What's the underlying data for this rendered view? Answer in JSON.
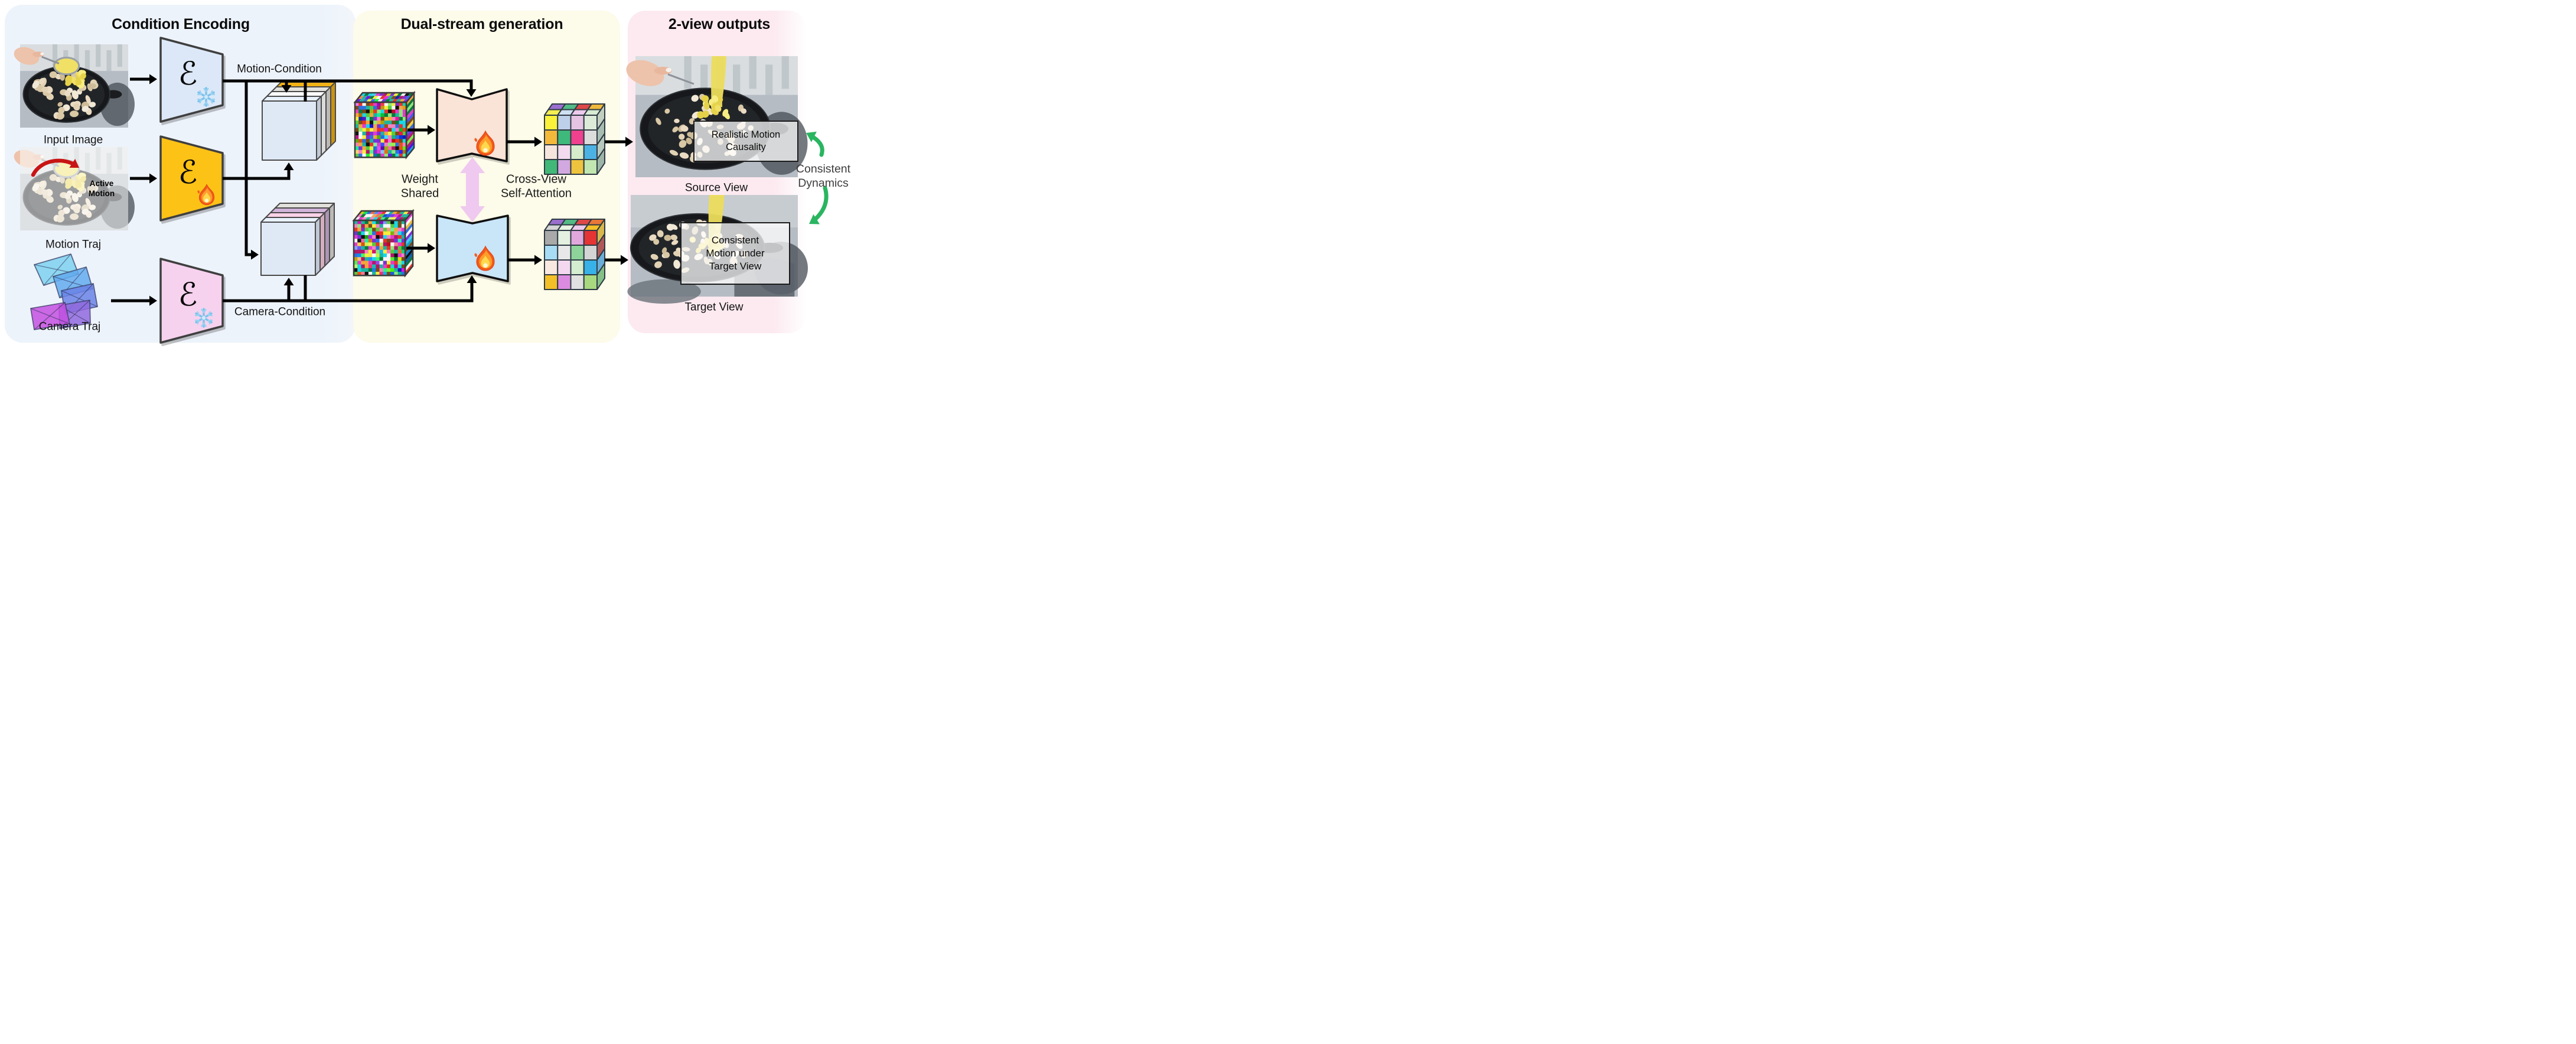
{
  "sections": [
    {
      "id": "condition",
      "title": "Condition Encoding",
      "bg": "#edf3fb"
    },
    {
      "id": "generation",
      "title": "Dual-stream generation",
      "bg": "#fdfbe9"
    },
    {
      "id": "outputs",
      "title": "2-view outputs",
      "bg": "#fceaf0"
    }
  ],
  "inputs": {
    "input_image": {
      "label": "Input Image"
    },
    "motion_traj": {
      "label": "Motion Traj",
      "annotation_l1": "Active",
      "annotation_l2": "Motion"
    },
    "camera_traj": {
      "label": "Camera Traj"
    }
  },
  "encoders": {
    "symbol": "ℰ",
    "image": {
      "fill": "#dce8f7",
      "state": "frozen",
      "icon": "snowflake-icon"
    },
    "motion": {
      "fill": "#fdc216",
      "state": "trainable",
      "icon": "fire-icon"
    },
    "camera": {
      "fill": "#f6d2ee",
      "state": "frozen",
      "icon": "snowflake-icon"
    }
  },
  "conditions": {
    "motion_label": "Motion-Condition",
    "camera_label": "Camera-Condition"
  },
  "generation": {
    "weight_shared_l1": "Weight",
    "weight_shared_l2": "Shared",
    "cross_view_l1": "Cross-View",
    "cross_view_l2": "Self-Attention",
    "unet_source_fill": "#fae3d7",
    "unet_target_fill": "#c9e5f8",
    "link_arrow_color": "#efc9ef",
    "unet_icon": "fire-icon"
  },
  "latents": {
    "motion_stack_layers": [
      "#e9ab15",
      "#d9d8d4",
      "#ffffff",
      "#dfe9f6"
    ],
    "camera_stack_layers": [
      "#d9d8d4",
      "#c9add2",
      "#f7cade",
      "#dfe9f6"
    ],
    "noise_palette": [
      "#e8332a",
      "#f2a63b",
      "#f5ef3c",
      "#59c93f",
      "#1fb4a0",
      "#2e6fe0",
      "#7b2fd6",
      "#e23bd0",
      "#18d8e8",
      "#0c7a3c",
      "#b01868",
      "#7a4a16",
      "#111111",
      "#f7f7f7",
      "#f780c0",
      "#8fe87a"
    ]
  },
  "output_cubes": {
    "source": {
      "front": [
        [
          "#f9f13a",
          "#becfe9",
          "#e7c3e3",
          "#dcead8"
        ],
        [
          "#f4b93a",
          "#3fb87b",
          "#f0418e",
          "#dcdcdc"
        ],
        [
          "#f6e5dc",
          "#f2dbee",
          "#d7ecca",
          "#4cb2e4"
        ],
        [
          "#41b877",
          "#d2a8e0",
          "#eec33e",
          "#c2e6b0"
        ]
      ],
      "top": [
        [
          "#9a6ece",
          "#52ba84",
          "#e04848",
          "#eeb83c"
        ],
        [
          "#f4ee52",
          "#cfe0f2",
          "#eecaec",
          "#d8ecd4"
        ]
      ],
      "side": [
        "#c2cfc0",
        "#a7bdb2",
        "#b8c8bd",
        "#9cb5a8"
      ]
    },
    "target": {
      "front": [
        [
          "#a9a9a9",
          "#e4f0e0",
          "#e2a8dc",
          "#e43434"
        ],
        [
          "#a8dcf4",
          "#e8e8e8",
          "#8ed49a",
          "#d4d4d4"
        ],
        [
          "#f8e8e0",
          "#f4d8f0",
          "#d4ecd0",
          "#38b0e8"
        ],
        [
          "#f4c028",
          "#dc8ce0",
          "#e0e0e0",
          "#a8d880"
        ]
      ],
      "top": [
        [
          "#9a6ece",
          "#52ba84",
          "#e04848",
          "#e87838"
        ],
        [
          "#d4d4d4",
          "#e8f4e4",
          "#eecaec",
          "#f4c028"
        ]
      ],
      "side": [
        "#d8b84c",
        "#b05858",
        "#6aaed8",
        "#84c088"
      ]
    }
  },
  "outputs": {
    "source_view": {
      "label": "Source View",
      "overlay_l1": "Realistic Motion",
      "overlay_l2": "Causality"
    },
    "target_view": {
      "label": "Target View",
      "overlay_l1": "Consistent",
      "overlay_l2": "Motion under",
      "overlay_l3": "Target View"
    },
    "consistency": {
      "l1": "Consistent",
      "l2": "Dynamics",
      "arrow_color": "#2ab561"
    }
  },
  "palette": {
    "connector": "#000000",
    "motion_arrow_red": "#c81414",
    "camera_frustums": [
      "#7cd0ef",
      "#62aaee",
      "#6a82e6",
      "#9068de",
      "#c44fe0"
    ],
    "text": "#141414"
  }
}
